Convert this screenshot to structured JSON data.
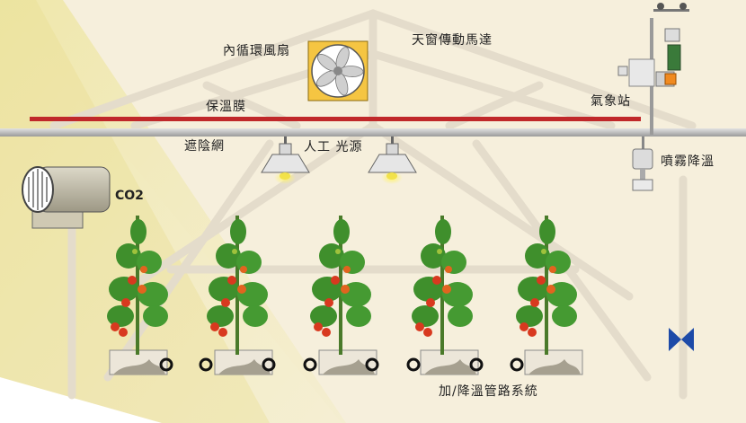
{
  "diagram": {
    "labels": {
      "circulation_fan": "內循環風扇",
      "skylight_motor": "天窗傳動馬達",
      "insulation_film": "保溫膜",
      "weather_station": "氣象站",
      "shade_net": "遮陰網",
      "artificial_light": "人工 光源",
      "mist_cooling": "噴霧降溫",
      "co2": "CO2",
      "heating_cooling_pipes": "加/降溫管路系統"
    },
    "plant_count": 5,
    "colors": {
      "background": "#f7f1e1",
      "insulation_film": "#c0282a",
      "shade_rail": "#b9b9b9",
      "fan_frame": "#f5c542",
      "tomato": "#d8391f",
      "foliage": "#3f8f2c",
      "valve": "#1d4aa8",
      "light_glow": "#f2e24a"
    },
    "icons": [
      "fan-icon",
      "lamp-icon",
      "weather-station-icon",
      "mist-nozzle-icon",
      "co2-generator-icon",
      "valve-icon",
      "pipe-ring-icon"
    ]
  }
}
